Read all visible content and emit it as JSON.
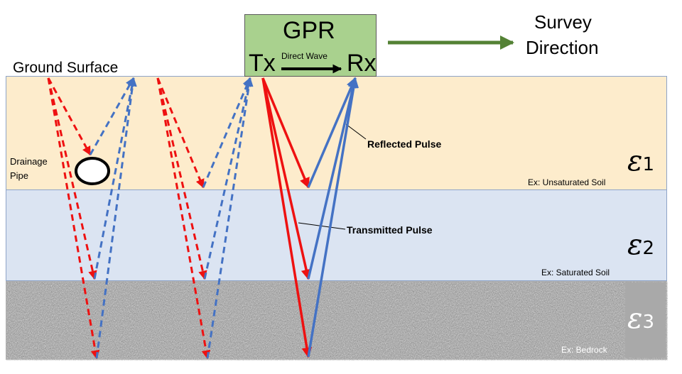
{
  "gpr": {
    "title": "GPR",
    "tx": "Tx",
    "rx": "Rx",
    "direct_wave": "Direct Wave"
  },
  "survey": {
    "line1": "Survey",
    "line2": "Direction"
  },
  "ground_surface": "Ground Surface",
  "drainage_pipe": {
    "line1": "Drainage",
    "line2": "Pipe"
  },
  "labels": {
    "reflected": "Reflected Pulse",
    "transmitted": "Transmitted Pulse"
  },
  "layers": [
    {
      "symbol": "ε",
      "sub": "1",
      "example": "Ex: Unsaturated Soil",
      "color": "#fdeccc"
    },
    {
      "symbol": "ε",
      "sub": "2",
      "example": "Ex: Saturated Soil",
      "color": "#dbe4f2"
    },
    {
      "symbol": "ε",
      "sub": "3",
      "example": "Ex: Bedrock",
      "color": "#9a9a9a"
    }
  ],
  "colors": {
    "incident": "#ee1111",
    "reflected": "#4472c4",
    "arrow_green": "#548235",
    "gpr_box": "#a9d18e"
  }
}
